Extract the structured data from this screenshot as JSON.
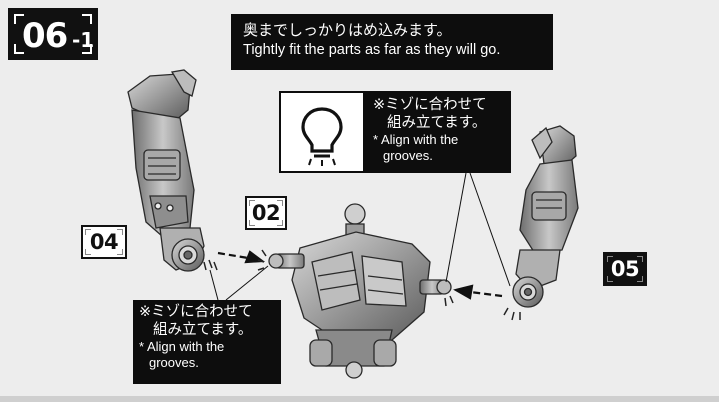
{
  "step": {
    "number": "06",
    "sub": "-1"
  },
  "instruction": {
    "ja": "奥までしっかりはめ込みます。",
    "en": "Tightly fit the parts as far as they will go."
  },
  "hint": {
    "icon": "lightbulb-icon",
    "ja_line1": "※ミゾに合わせて",
    "ja_line2": "組み立てます。",
    "en_line1": "* Align with the",
    "en_line2": "grooves."
  },
  "note_bottom_left": {
    "ja_line1": "※ミゾに合わせて",
    "ja_line2": "組み立てます。",
    "en_line1": "* Align with the",
    "en_line2": "grooves."
  },
  "parts": {
    "left_arm": "04",
    "torso": "02",
    "right_arm": "05"
  }
}
